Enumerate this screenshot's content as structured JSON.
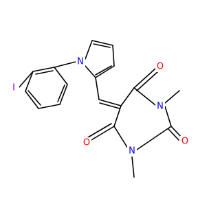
{
  "molecule": {
    "atoms": [
      {
        "id": "I",
        "label": "I",
        "color": "#9400d3"
      },
      {
        "id": "N1",
        "label": "N",
        "color": "#0000ff"
      },
      {
        "id": "N2",
        "label": "N",
        "color": "#0000ff"
      },
      {
        "id": "N3",
        "label": "N",
        "color": "#0000ff"
      },
      {
        "id": "O1",
        "label": "O",
        "color": "#ff0000"
      },
      {
        "id": "O2",
        "label": "O",
        "color": "#ff0000"
      },
      {
        "id": "O3",
        "label": "O",
        "color": "#ff0000"
      }
    ]
  },
  "colors": {
    "bond": "#000000",
    "background": "#ffffff"
  }
}
